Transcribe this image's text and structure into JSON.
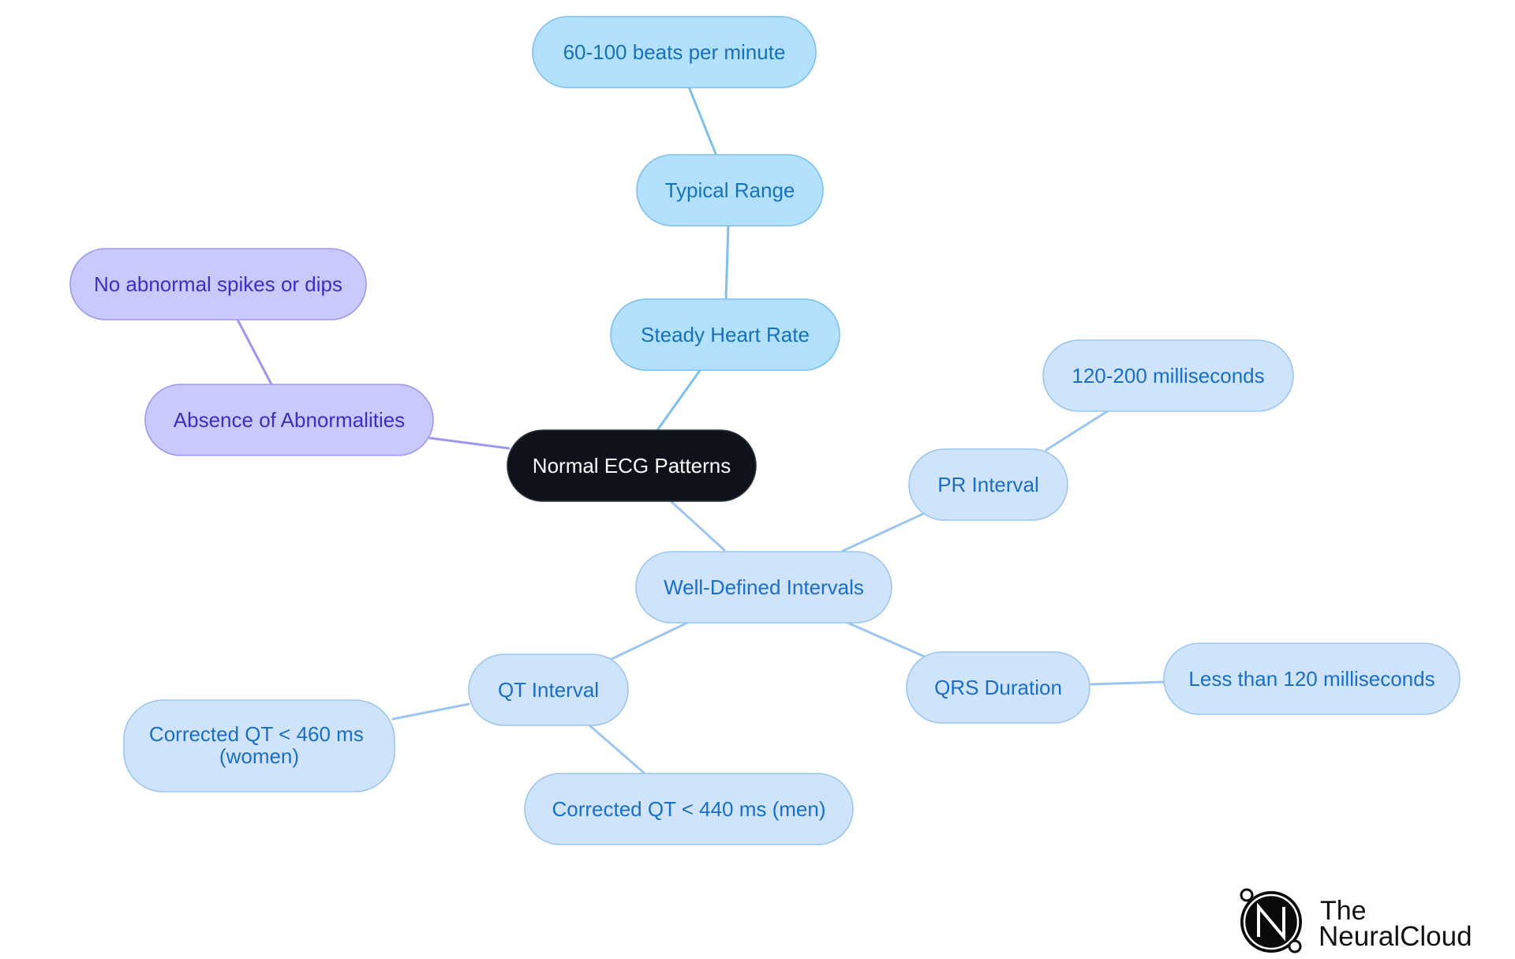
{
  "diagram": {
    "nodes": [
      {
        "id": "root",
        "label": "Normal ECG Patterns",
        "theme": "root"
      },
      {
        "id": "steady",
        "label": "Steady Heart Rate",
        "theme": "sky"
      },
      {
        "id": "typical",
        "label": "Typical Range",
        "theme": "sky"
      },
      {
        "id": "bpm",
        "label": "60-100 beats per minute",
        "theme": "sky"
      },
      {
        "id": "absence",
        "label": "Absence of Abnormalities",
        "theme": "violet"
      },
      {
        "id": "spikes",
        "label": "No abnormal spikes or dips",
        "theme": "violet"
      },
      {
        "id": "intervals",
        "label": "Well-Defined Intervals",
        "theme": "blue"
      },
      {
        "id": "pr",
        "label": "PR Interval",
        "theme": "blue"
      },
      {
        "id": "pr_val",
        "label": "120-200 milliseconds",
        "theme": "blue"
      },
      {
        "id": "qrs",
        "label": "QRS Duration",
        "theme": "blue"
      },
      {
        "id": "qrs_val",
        "label": "Less than 120 milliseconds",
        "theme": "blue"
      },
      {
        "id": "qt",
        "label": "QT Interval",
        "theme": "blue"
      },
      {
        "id": "qt_women",
        "label": "Corrected QT < 460 ms (women)",
        "theme": "blue"
      },
      {
        "id": "qt_men",
        "label": "Corrected QT < 440 ms (men)",
        "theme": "blue"
      }
    ],
    "edges": [
      [
        "root",
        "steady"
      ],
      [
        "steady",
        "typical"
      ],
      [
        "typical",
        "bpm"
      ],
      [
        "root",
        "absence"
      ],
      [
        "absence",
        "spikes"
      ],
      [
        "root",
        "intervals"
      ],
      [
        "intervals",
        "pr"
      ],
      [
        "pr",
        "pr_val"
      ],
      [
        "intervals",
        "qrs"
      ],
      [
        "qrs",
        "qrs_val"
      ],
      [
        "intervals",
        "qt"
      ],
      [
        "qt",
        "qt_women"
      ],
      [
        "qt",
        "qt_men"
      ]
    ],
    "colors": {
      "root_fill": "#0d121b",
      "sky_fill": "#b3e0fd",
      "sky_stroke": "#7cc0ee",
      "violet_fill": "#cac9fc",
      "violet_stroke": "#9d98ee",
      "blue_fill": "#cfe3fb",
      "blue_stroke": "#9cc6f0"
    }
  },
  "logo": {
    "line1": "The",
    "line2": "NeuralCloud",
    "mark": "N"
  }
}
